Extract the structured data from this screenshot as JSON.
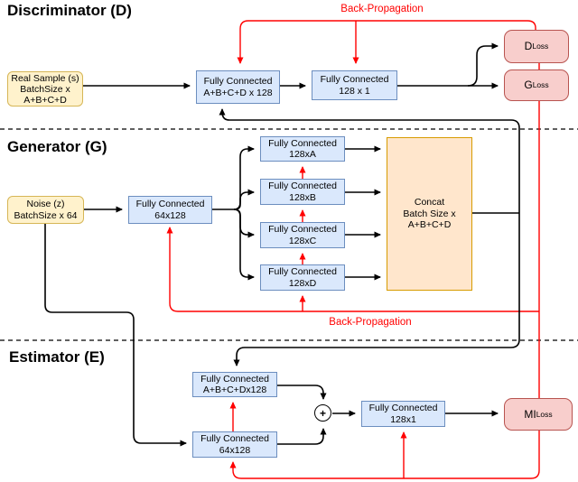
{
  "sections": {
    "discriminator": {
      "title": "Discriminator (D)"
    },
    "generator": {
      "title": "Generator (G)"
    },
    "estimator": {
      "title": "Estimator (E)"
    }
  },
  "labels": {
    "backprop_discriminator": "Back-Propagation",
    "backprop_generator": "Back-Propagation",
    "plus_operator": "+"
  },
  "nodes": {
    "real_sample": {
      "line1": "Real Sample (s)",
      "line2": "BatchSize x",
      "line3": "A+B+C+D"
    },
    "noise": {
      "line1": "Noise (z)",
      "line2": "BatchSize x 64"
    },
    "d_fc1": {
      "line1": "Fully Connected",
      "line2": "A+B+C+D x 128"
    },
    "d_fc2": {
      "line1": "Fully Connected",
      "line2": "128 x 1"
    },
    "g_fc0": {
      "line1": "Fully Connected",
      "line2": "64x128"
    },
    "g_fc_a": {
      "line1": "Fully Connected",
      "line2": "128xA"
    },
    "g_fc_b": {
      "line1": "Fully Connected",
      "line2": "128xB"
    },
    "g_fc_c": {
      "line1": "Fully Connected",
      "line2": "128xC"
    },
    "g_fc_d": {
      "line1": "Fully Connected",
      "line2": "128xD"
    },
    "concat": {
      "line1": "Concat",
      "line2": "Batch Size x",
      "line3": "A+B+C+D"
    },
    "e_fc1": {
      "line1": "Fully Connected",
      "line2": "A+B+C+Dx128"
    },
    "e_fc2": {
      "line1": "Fully Connected",
      "line2": "64x128"
    },
    "e_fc3": {
      "line1": "Fully Connected",
      "line2": "128x1"
    },
    "d_loss": {
      "main": "D",
      "sub": "Loss"
    },
    "g_loss": {
      "main": "G",
      "sub": "Loss"
    },
    "mi_loss": {
      "main": "MI",
      "sub": "Loss"
    }
  },
  "colors": {
    "edge_black": "#000000",
    "backprop_red": "#ff0000",
    "fc_fill": "#dae8fc",
    "fc_border": "#6c8ebf",
    "input_fill": "#fff2cc",
    "input_border": "#d6b656",
    "concat_fill": "#ffe6cc",
    "concat_border": "#d79b00",
    "loss_fill": "#f8cecc",
    "loss_border": "#b85450"
  }
}
